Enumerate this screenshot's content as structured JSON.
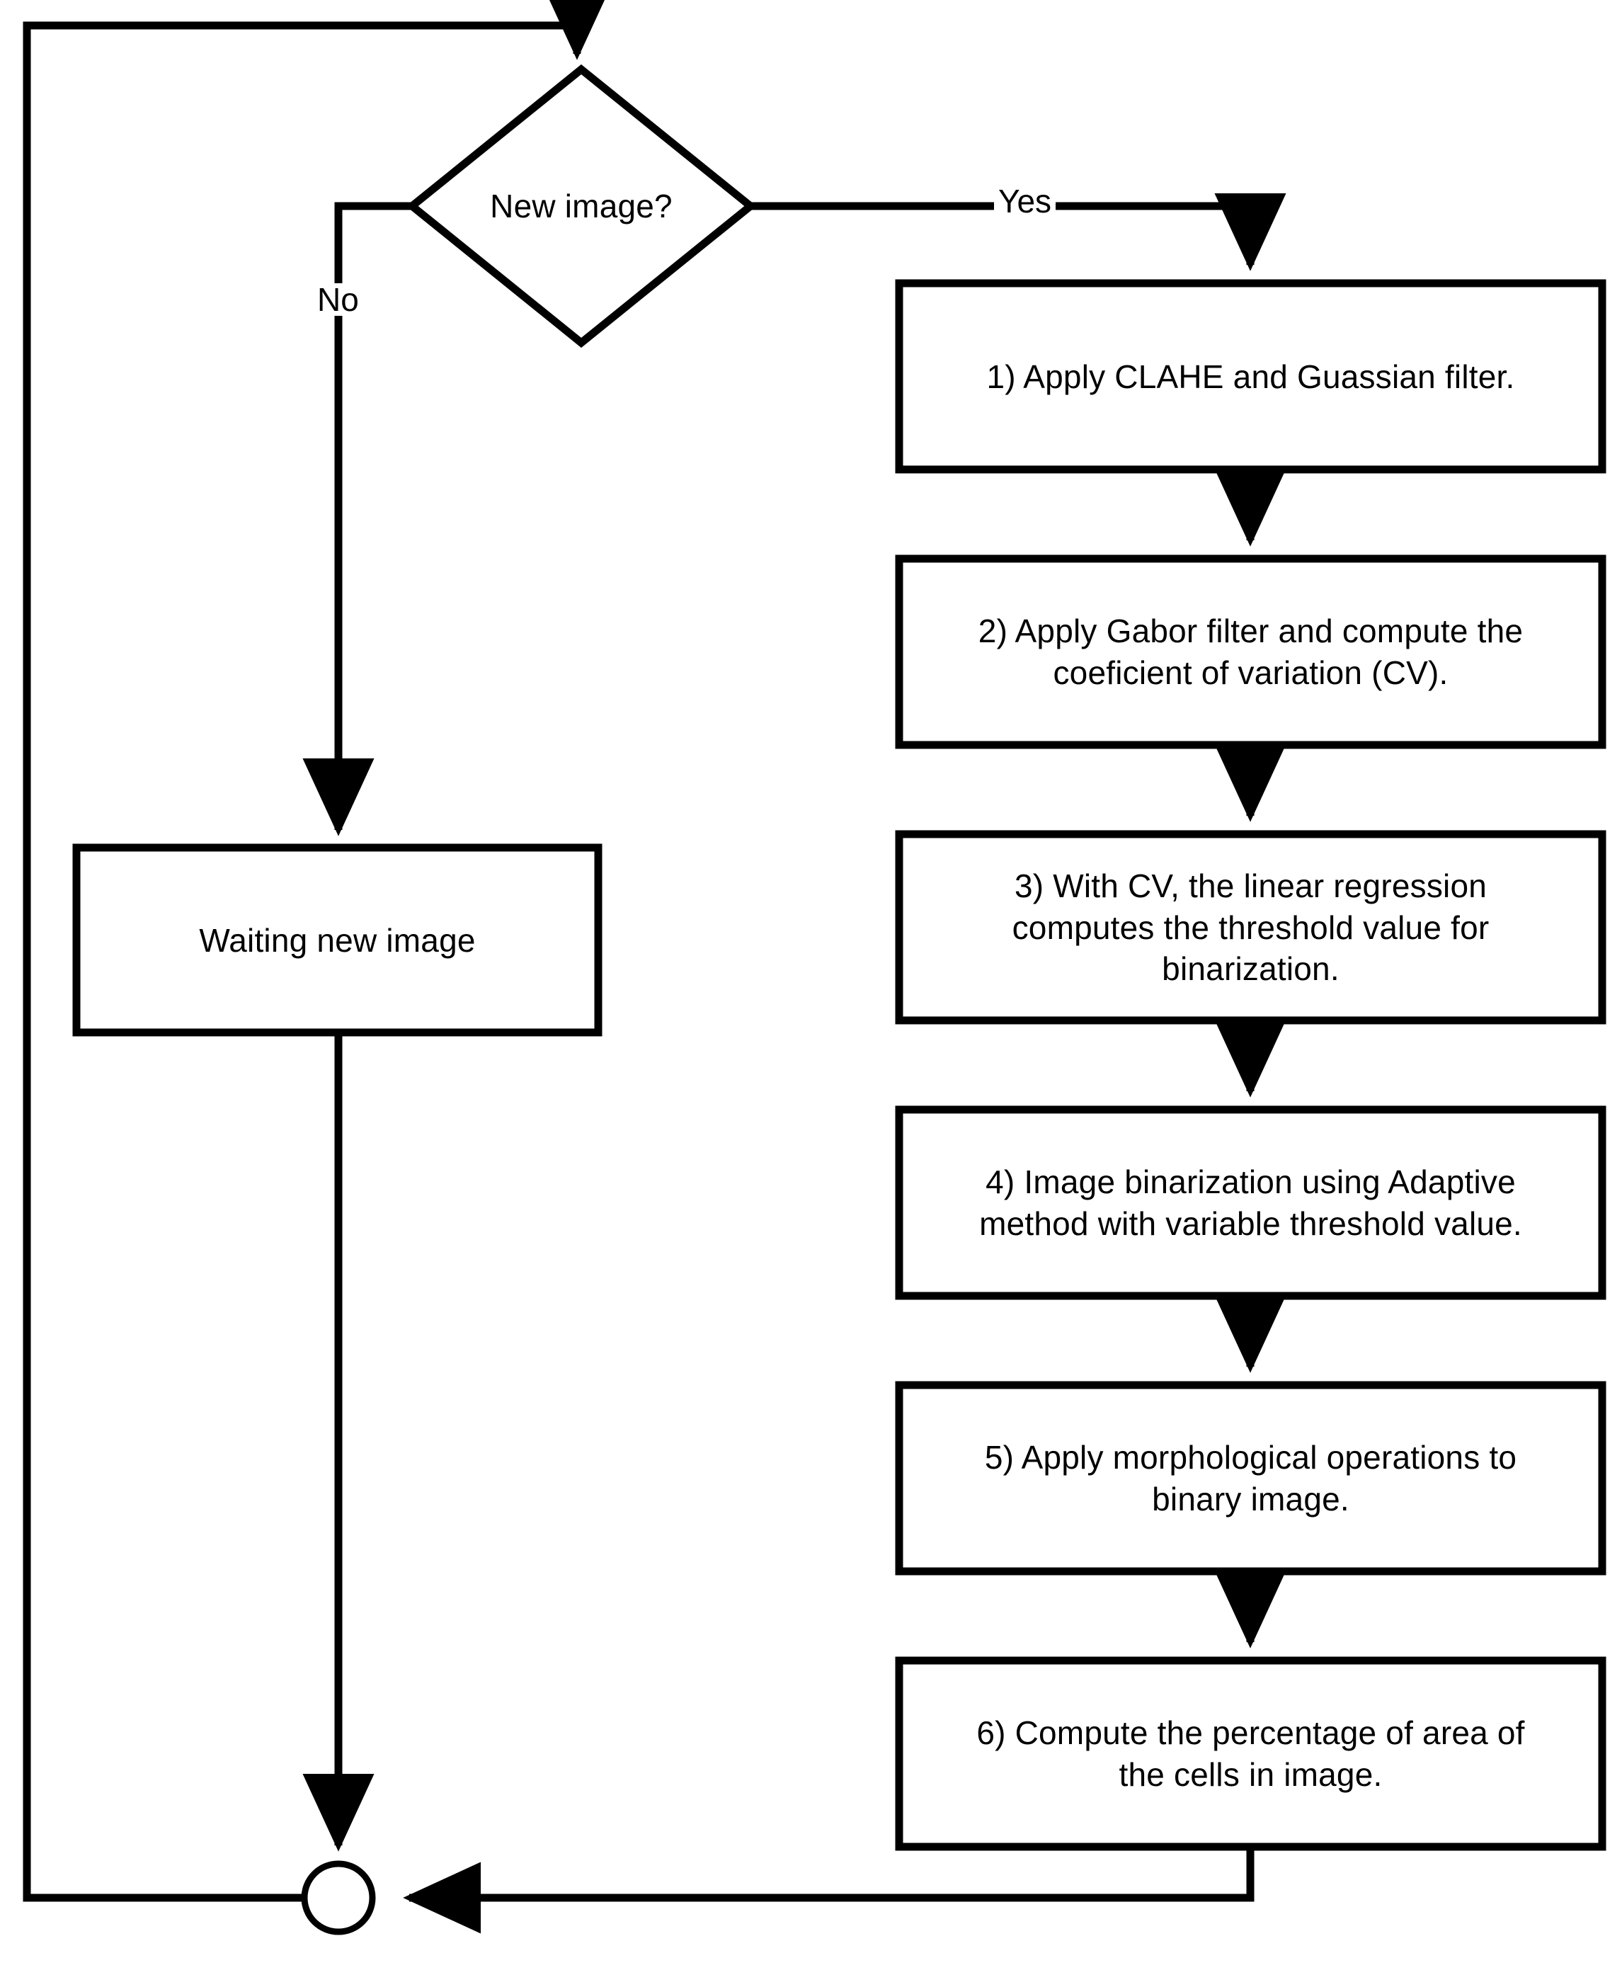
{
  "diagram": {
    "type": "flowchart",
    "title": "Image processing pipeline flowchart",
    "orientation": "top-to-bottom with loop-back",
    "stroke_color": "#000000",
    "fill_color": "#ffffff",
    "background_color": "#ffffff"
  },
  "nodes": {
    "decision": {
      "shape": "diamond",
      "label": "New image?"
    },
    "waiting": {
      "shape": "rectangle",
      "label": "Waiting new image"
    },
    "merge": {
      "shape": "circle",
      "label": ""
    },
    "steps": [
      {
        "id": "step-1",
        "shape": "rectangle",
        "label": "1) Apply CLAHE and Guassian filter."
      },
      {
        "id": "step-2",
        "shape": "rectangle",
        "label": "2) Apply Gabor filter and compute the\ncoeficient of variation (CV)."
      },
      {
        "id": "step-3",
        "shape": "rectangle",
        "label": "3) With CV, the linear regression\ncomputes the threshold value for\nbinarization."
      },
      {
        "id": "step-4",
        "shape": "rectangle",
        "label": "4) Image binarization using Adaptive\nmethod with variable threshold value."
      },
      {
        "id": "step-5",
        "shape": "rectangle",
        "label": "5) Apply morphological operations to\nbinary image."
      },
      {
        "id": "step-6",
        "shape": "rectangle",
        "label": "6) Compute the percentage of area of\nthe cells in image."
      }
    ]
  },
  "edges": {
    "yes_label": "Yes",
    "no_label": "No"
  }
}
